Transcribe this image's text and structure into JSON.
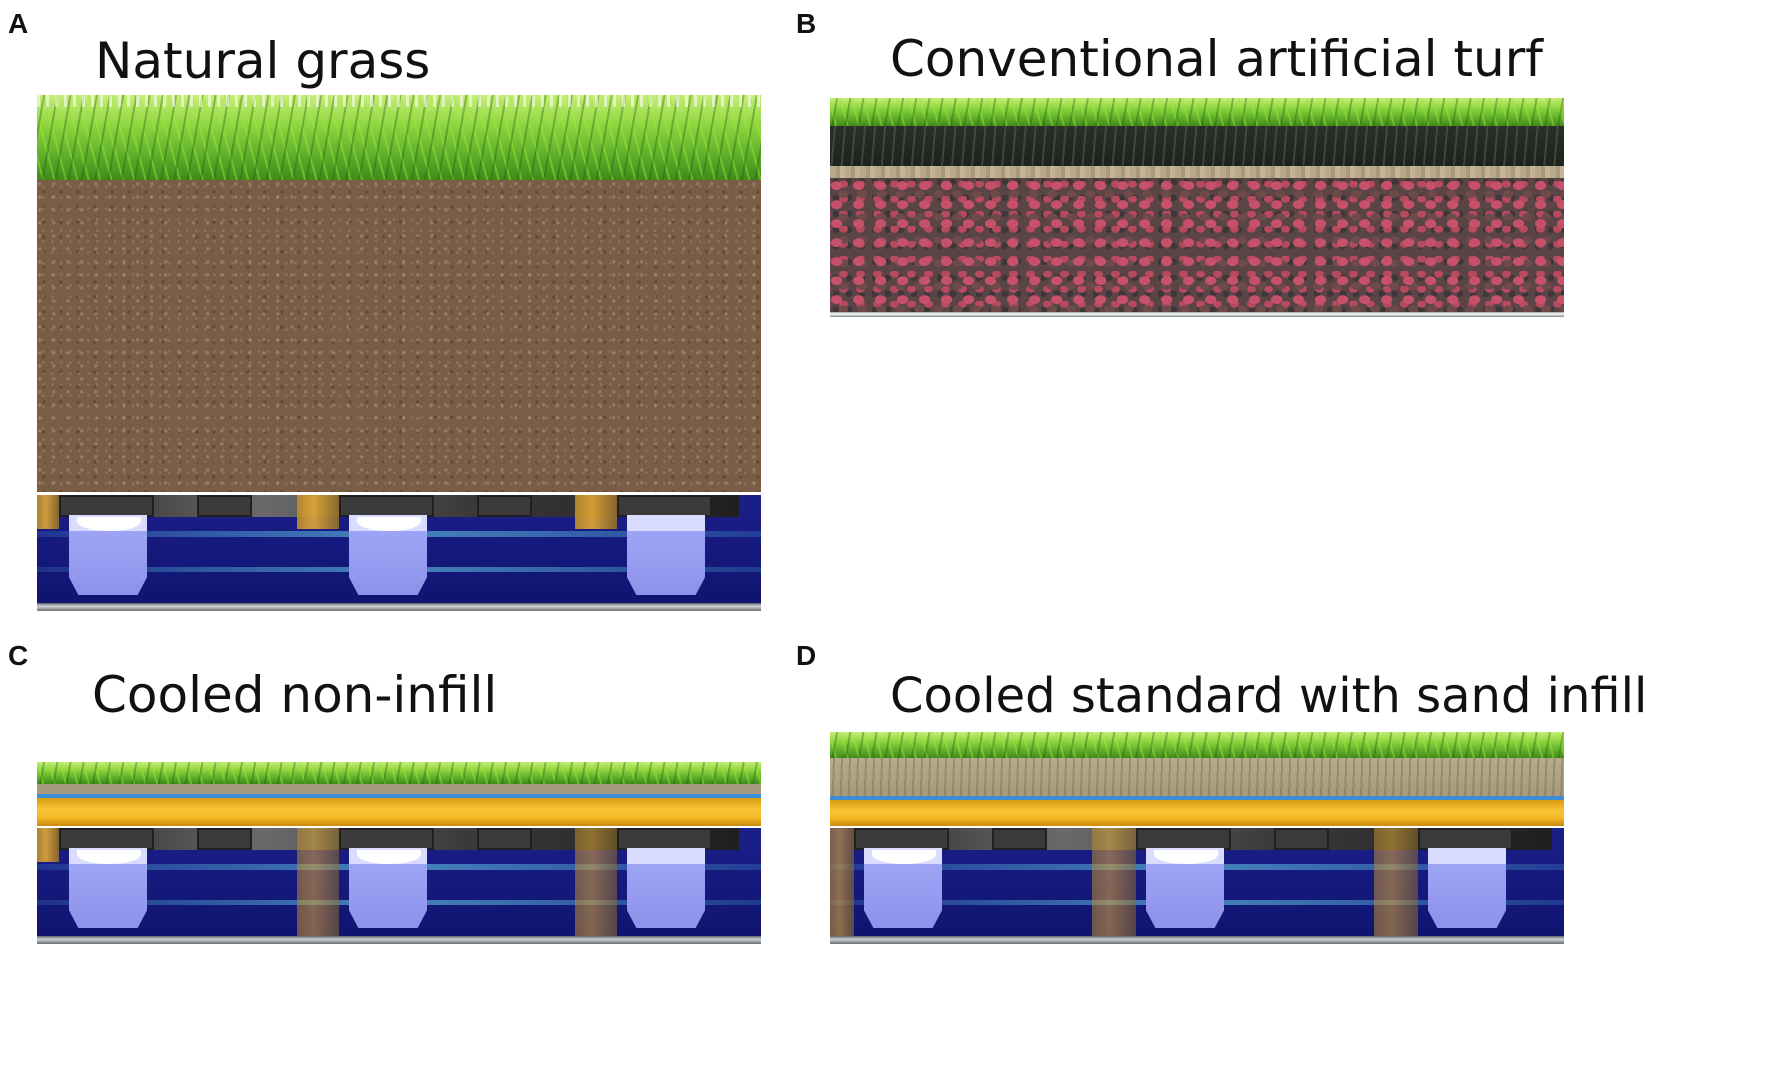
{
  "panels": [
    {
      "letter": "A",
      "title": "Natural grass"
    },
    {
      "letter": "B",
      "title": "Conventional artificial turf"
    },
    {
      "letter": "C",
      "title": "Cooled non-infill"
    },
    {
      "letter": "D",
      "title": "Cooled standard with sand infill"
    }
  ],
  "colors": {
    "grass": "#6cbc2e",
    "soil": "#7a5d45",
    "rubber_infill": "#b84a5f",
    "cooling_blue": "#1b1f8a",
    "yellow_layer": "#f3b823"
  }
}
